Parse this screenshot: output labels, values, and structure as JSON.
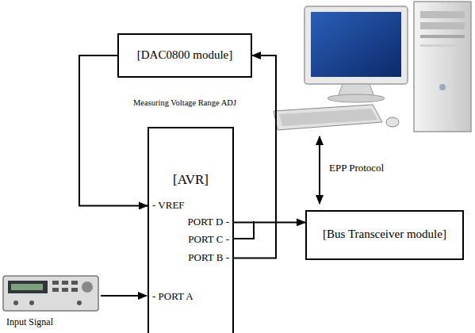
{
  "diagram": {
    "nodes": [
      {
        "text": [
          "[DAC0800 module]",
          "Measuring Voltage Range ADJ"
        ]
      },
      {
        "text": [
          "[AVR]",
          "- VREF",
          "PORT D -",
          "PORT C -",
          "PORT B -",
          "- PORT A"
        ]
      },
      {
        "text": [
          "[Bus Transceiver module]"
        ]
      }
    ],
    "edges": [
      {
        "from": 0,
        "to": 1,
        "arrow": "to"
      },
      {
        "from": 1,
        "to": 0,
        "arrow": "to"
      },
      {
        "from": 1,
        "to": 2,
        "arrow": "to"
      }
    ],
    "labels": [
      "EPP Protocol",
      "Input Signal"
    ]
  }
}
